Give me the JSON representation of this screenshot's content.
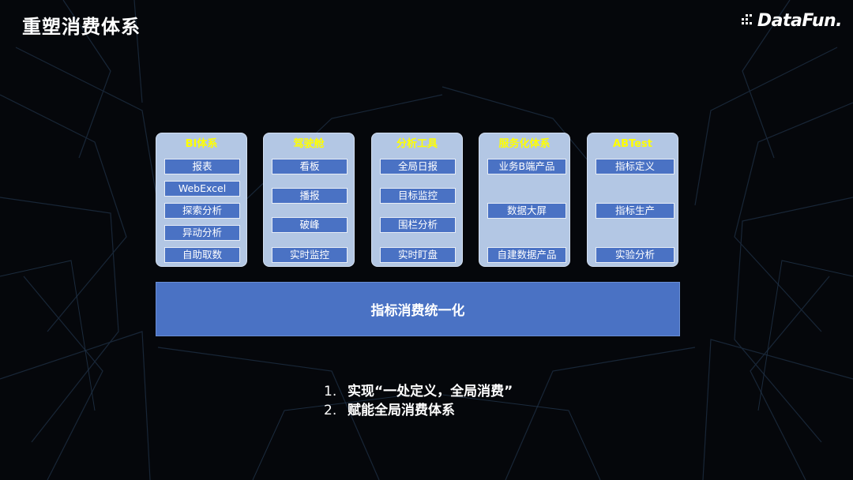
{
  "slide": {
    "title": "重塑消费体系"
  },
  "logo": {
    "text": "DataFun.",
    "icon": "datafun-dots-icon"
  },
  "panels": [
    {
      "title": "BI体系",
      "items": [
        "报表",
        "WebExcel",
        "探索分析",
        "异动分析",
        "自助取数"
      ]
    },
    {
      "title": "驾驶舱",
      "items": [
        "看板",
        "播报",
        "破峰",
        "实时监控"
      ]
    },
    {
      "title": "分析工具",
      "items": [
        "全局日报",
        "目标监控",
        "围栏分析",
        "实时盯盘"
      ]
    },
    {
      "title": "服务化体系",
      "items": [
        "业务B端产品",
        "数据大屏",
        "自建数据产品"
      ]
    },
    {
      "title": "ABTest",
      "items": [
        "指标定义",
        "指标生产",
        "实验分析"
      ]
    }
  ],
  "main_bar": {
    "label": "指标消费统一化"
  },
  "points": [
    {
      "num": "1.",
      "text": "实现“一处定义，全局消费”"
    },
    {
      "num": "2.",
      "text": "赋能全局消费体系"
    }
  ],
  "colors": {
    "background": "#05070b",
    "panel": "#b3c7e4",
    "item": "#4a72c4",
    "panel_title": "#ffff00",
    "text": "#ffffff"
  }
}
